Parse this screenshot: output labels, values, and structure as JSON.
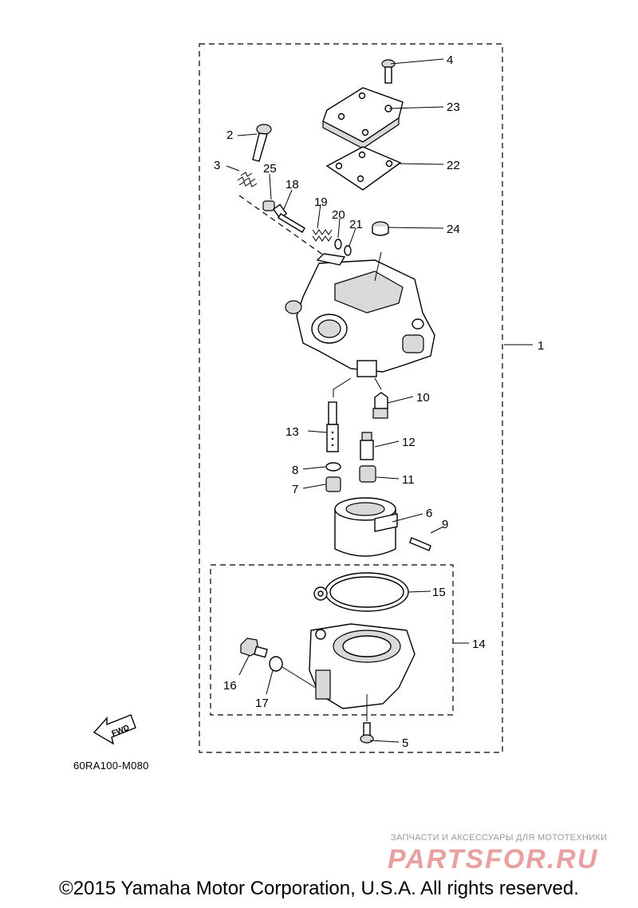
{
  "diagram": {
    "callouts": [
      "1",
      "2",
      "3",
      "4",
      "5",
      "6",
      "7",
      "8",
      "9",
      "10",
      "11",
      "12",
      "13",
      "14",
      "15",
      "16",
      "17",
      "18",
      "19",
      "20",
      "21",
      "22",
      "23",
      "24",
      "25"
    ],
    "direction_arrow": "FWD",
    "drawing_code": "60RA100-M080"
  },
  "watermark": {
    "tagline": "ЗАПЧАСТИ И АКСЕССУАРЫ ДЛЯ МОТОТЕХНИКИ",
    "logo": "PARTSFOR.RU"
  },
  "footer": {
    "copyright": "©2015 Yamaha Motor Corporation, U.S.A. All rights reserved."
  }
}
